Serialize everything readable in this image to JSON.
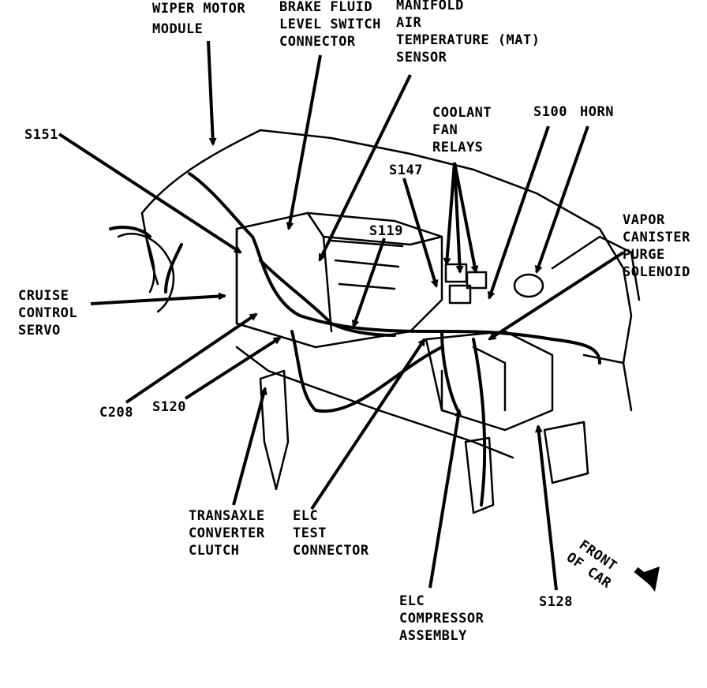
{
  "labels": {
    "wiper_motor_module": [
      "WIPER MOTOR",
      "MODULE"
    ],
    "brake_fluid_switch": [
      "BRAKE FLUID",
      "LEVEL SWITCH",
      "CONNECTOR"
    ],
    "mat_sensor": [
      "MANIFOLD",
      "AIR",
      "TEMPERATURE (MAT)",
      "SENSOR"
    ],
    "coolant_fan_relays": [
      "COOLANT",
      "FAN",
      "RELAYS"
    ],
    "s100": "S100",
    "horn": "HORN",
    "s151": "S151",
    "s147": "S147",
    "s119": "S119",
    "vapor_canister": [
      "VAPOR",
      "CANISTER",
      "PURGE",
      "SOLENOID"
    ],
    "cruise_control_servo": [
      "CRUISE",
      "CONTROL",
      "SERVO"
    ],
    "c208": "C208",
    "s120": "S120",
    "transaxle_clutch": [
      "TRANSAXLE",
      "CONVERTER",
      "CLUTCH"
    ],
    "elc_test_connector": [
      "ELC",
      "TEST",
      "CONNECTOR"
    ],
    "elc_compressor": [
      "ELC",
      "COMPRESSOR",
      "ASSEMBLY"
    ],
    "s128": "S128",
    "front_of_car": [
      "FRONT",
      "OF CAR"
    ]
  },
  "colors": {
    "ink": "#000000",
    "paper": "#ffffff"
  }
}
